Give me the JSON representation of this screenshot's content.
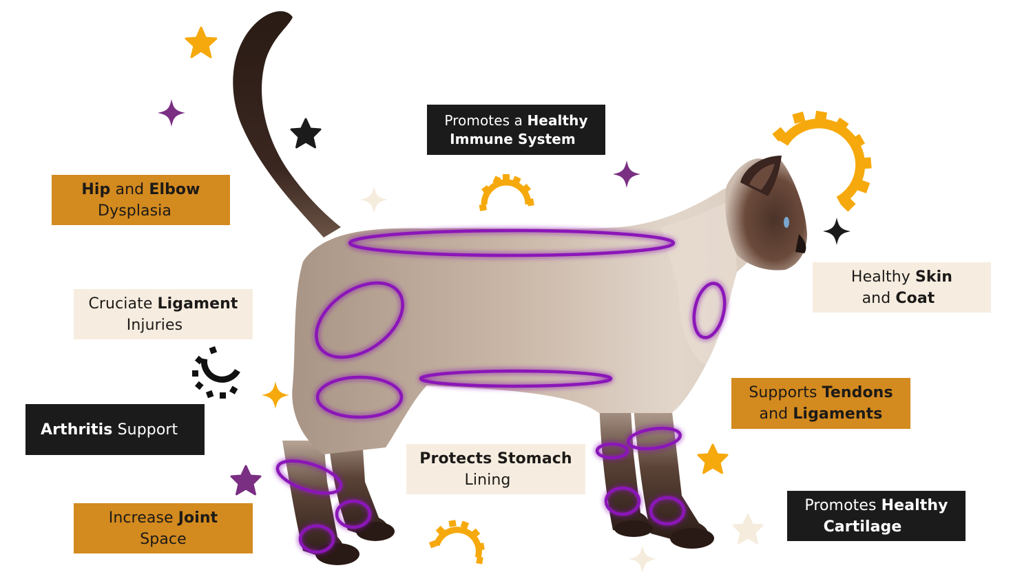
{
  "colors": {
    "orange_label": "#d38a1f",
    "cream_label": "#f6ede0",
    "dark_label": "#1b1b1b",
    "highlight_ring": "#8b13b8",
    "gold_icon": "#f6a90c",
    "purple_icon": "#7a2f83",
    "black_icon": "#1b1b1b",
    "cream_icon": "#f5ecdd"
  },
  "labels": {
    "hip_elbow": {
      "pre": "",
      "bold": "Hip",
      "mid": " and ",
      "bold2": "Elbow",
      "line2": "Dysplasia",
      "style": "orange"
    },
    "cruciate": {
      "pre": "Cruciate ",
      "bold": "Ligament",
      "line2": "Injuries",
      "style": "cream"
    },
    "arthritis": {
      "bold": "Arthritis",
      "post": " Support",
      "style": "dark"
    },
    "joint_space": {
      "pre": "Increase ",
      "bold": "Joint",
      "line2": "Space",
      "style": "orange"
    },
    "immune": {
      "pre": "Promotes a ",
      "bold": "Healthy",
      "line2": "Immune System",
      "style": "dark"
    },
    "stomach": {
      "bold": "Protects Stomach",
      "line2": "Lining",
      "style": "cream"
    },
    "skin_coat": {
      "pre": "Healthy ",
      "bold": "Skin",
      "line2_pre": "and ",
      "line2_bold": "Coat",
      "style": "cream"
    },
    "tendons": {
      "pre": "Supports ",
      "bold": "Tendons",
      "line2_pre": "and ",
      "line2_bold": "Ligaments",
      "style": "orange"
    },
    "cartilage": {
      "pre": "Promotes ",
      "bold": "Healthy",
      "line2": "Cartilage",
      "style": "dark"
    }
  },
  "illustration": {
    "subject": "Siamese cat standing in side profile",
    "highlight_regions": [
      "back",
      "hip",
      "thigh",
      "belly",
      "chest",
      "rear-hock",
      "rear-paws",
      "front-elbows",
      "front-paws"
    ]
  },
  "decorations": [
    {
      "icon": "star-icon",
      "color": "gold"
    },
    {
      "icon": "sparkle-icon",
      "color": "purple"
    },
    {
      "icon": "star-icon",
      "color": "black"
    },
    {
      "icon": "sparkle-icon",
      "color": "cream"
    },
    {
      "icon": "gear-arc-icon",
      "color": "gold"
    },
    {
      "icon": "sparkle-icon",
      "color": "purple"
    },
    {
      "icon": "gear-arc-icon",
      "color": "gold"
    },
    {
      "icon": "sparkle-icon",
      "color": "black"
    },
    {
      "icon": "gear-arc-icon",
      "color": "black"
    },
    {
      "icon": "sparkle-icon",
      "color": "gold"
    },
    {
      "icon": "star-icon",
      "color": "purple"
    },
    {
      "icon": "gear-arc-icon",
      "color": "gold"
    },
    {
      "icon": "star-icon",
      "color": "gold"
    },
    {
      "icon": "star-icon",
      "color": "cream"
    },
    {
      "icon": "sparkle-icon",
      "color": "cream"
    }
  ]
}
